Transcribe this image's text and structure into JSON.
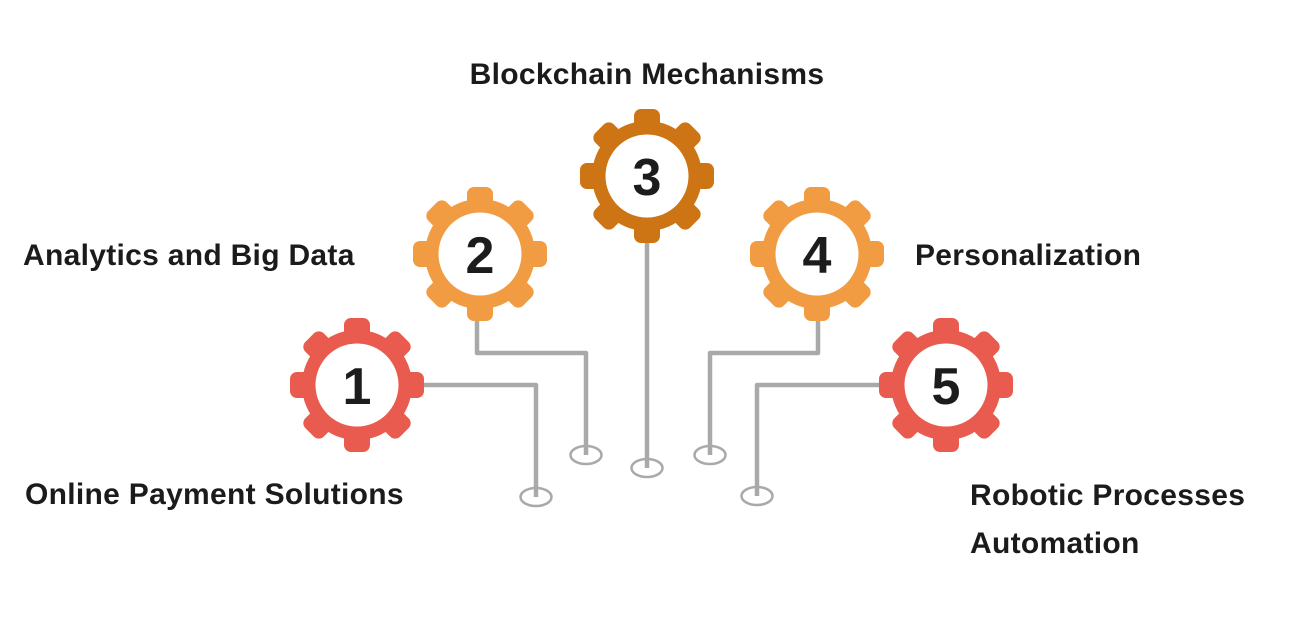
{
  "figure": {
    "items": [
      {
        "number": "1",
        "label": "Online Payment Solutions",
        "color": "#E95B4E"
      },
      {
        "number": "2",
        "label": "Analytics and Big Data",
        "color": "#F19C42"
      },
      {
        "number": "3",
        "label": "Blockchain Mechanisms",
        "color": "#CD7514"
      },
      {
        "number": "4",
        "label": "Personalization",
        "color": "#F19C42"
      },
      {
        "number": "5",
        "label": "Robotic Processes Automation",
        "color": "#E95B4E"
      }
    ],
    "colors": {
      "connector": "#A9A9A9",
      "number": "#1C1C1C",
      "label_text": "#1B1B1B",
      "background": "#FFFFFF",
      "gear_inner": "#FFFFFF"
    }
  }
}
